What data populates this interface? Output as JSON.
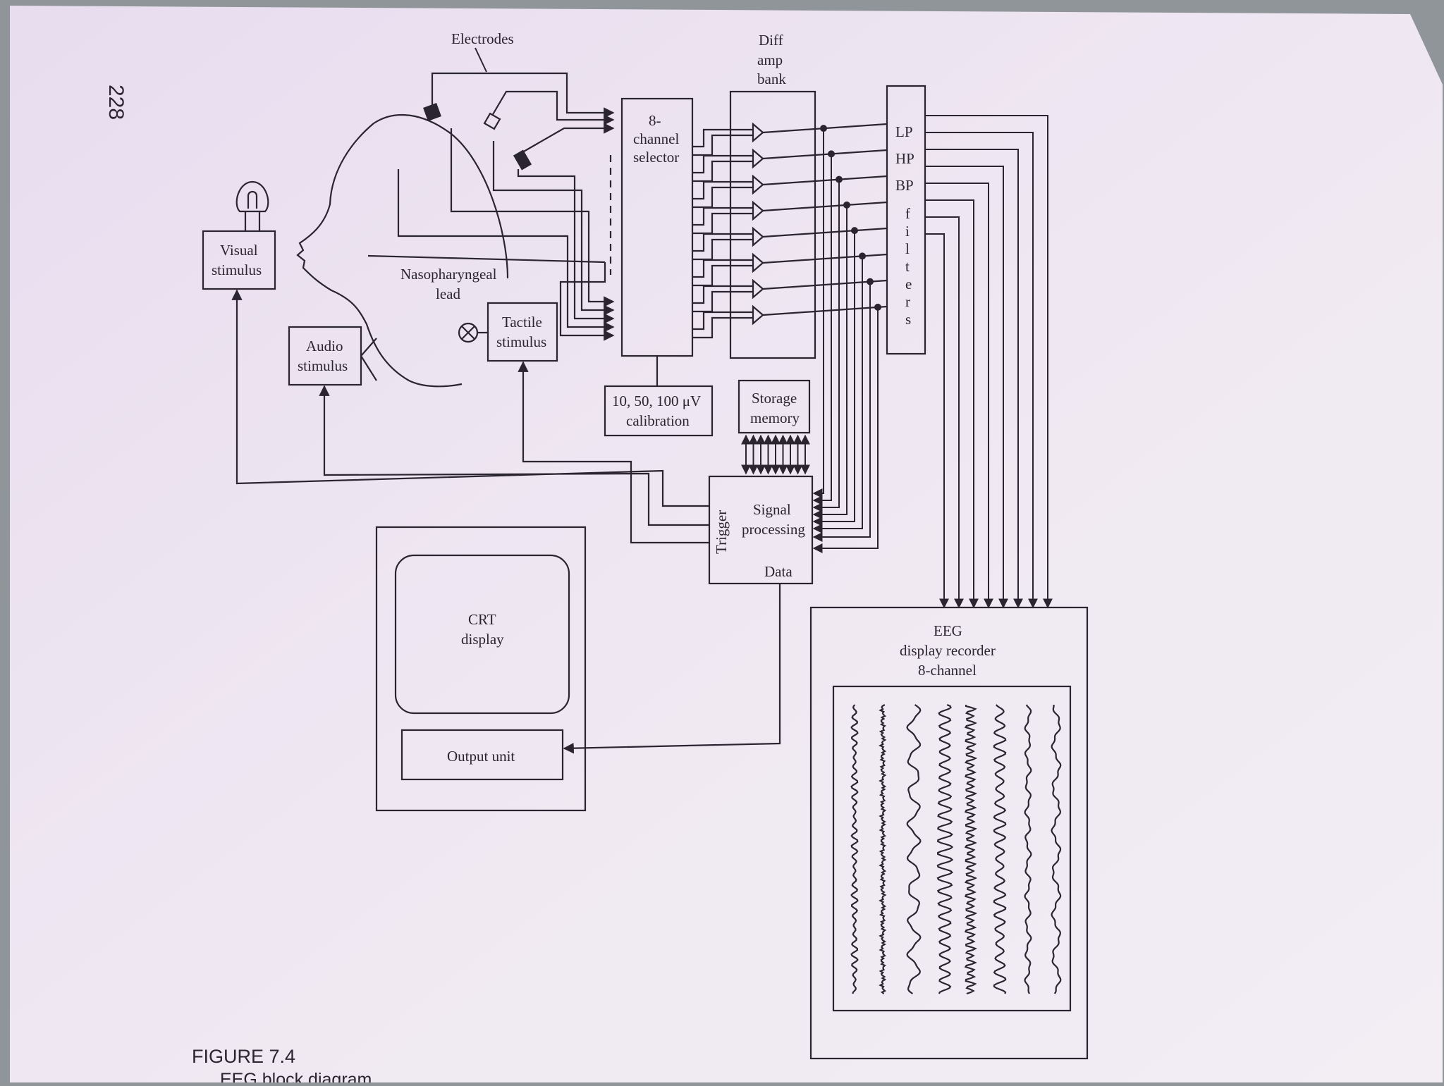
{
  "page": {
    "page_number": "228",
    "figure_label": "FIGURE 7.4",
    "figure_caption": "EEG block diagram"
  },
  "labels": {
    "electrodes": "Electrodes",
    "diff_amp_1": "Diff",
    "diff_amp_2": "amp",
    "diff_amp_3": "bank",
    "selector_1": "8-",
    "selector_2": "channel",
    "selector_3": "selector",
    "filter_lp": "LP",
    "filter_hp": "HP",
    "filter_bp": "BP",
    "filter_word": [
      "f",
      "i",
      "l",
      "t",
      "e",
      "r",
      "s"
    ],
    "visual_1": "Visual",
    "visual_2": "stimulus",
    "audio_1": "Audio",
    "audio_2": "stimulus",
    "naso_1": "Nasopharyngeal",
    "naso_2": "lead",
    "tactile_1": "Tactile",
    "tactile_2": "stimulus",
    "calib_1": "10, 50, 100 μV",
    "calib_2": "calibration",
    "storage_1": "Storage",
    "storage_2": "memory",
    "trigger": "Trigger",
    "signal_1": "Signal",
    "signal_2": "processing",
    "data": "Data",
    "crt_1": "CRT",
    "crt_2": "display",
    "output_unit": "Output unit",
    "eeg_1": "EEG",
    "eeg_2": "display recorder",
    "eeg_3": "8-channel"
  },
  "colors": {
    "paper": "#efe8f2",
    "ink": "#2a2530",
    "background": "#8f9598"
  },
  "channel_count": 8
}
